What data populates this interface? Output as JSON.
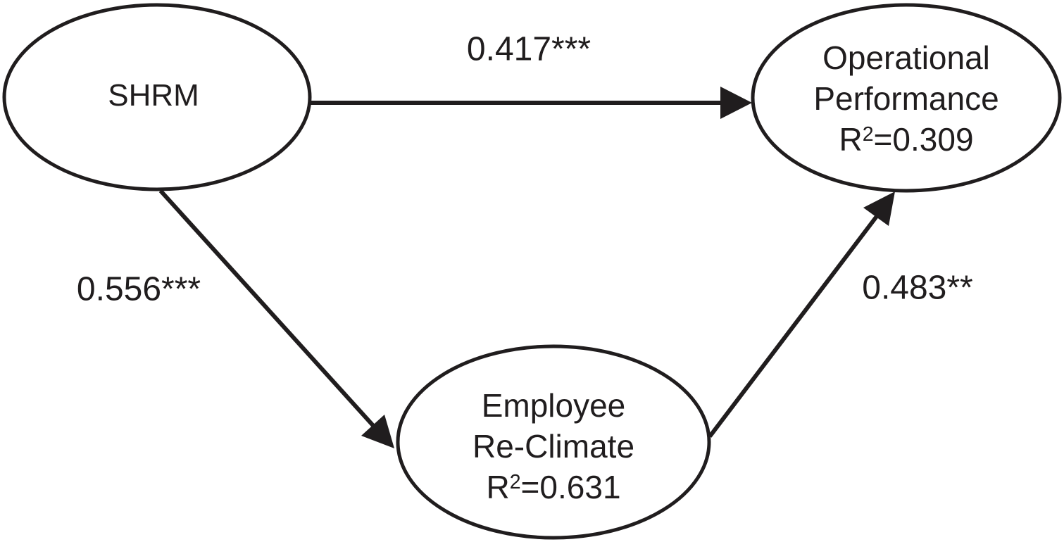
{
  "figure": {
    "type": "sem-path-diagram",
    "background_color": "#ffffff",
    "ink_color": "#201d1e",
    "nodes": {
      "shrm": {
        "line1": "SHRM"
      },
      "operational_performance": {
        "line1": "Operational",
        "line2": "Performance",
        "r2_label": "R",
        "r2_superscript": "2",
        "r2_value": "=0.309"
      },
      "employee_re_climate": {
        "line1": "Employee",
        "line2": "Re-Climate",
        "r2_label": "R",
        "r2_superscript": "2",
        "r2_value": "=0.631"
      }
    },
    "paths": {
      "shrm_to_operational": {
        "coefficient": "0.417***"
      },
      "shrm_to_employee": {
        "coefficient": "0.556***"
      },
      "employee_to_operational": {
        "coefficient": "0.483**"
      }
    }
  }
}
